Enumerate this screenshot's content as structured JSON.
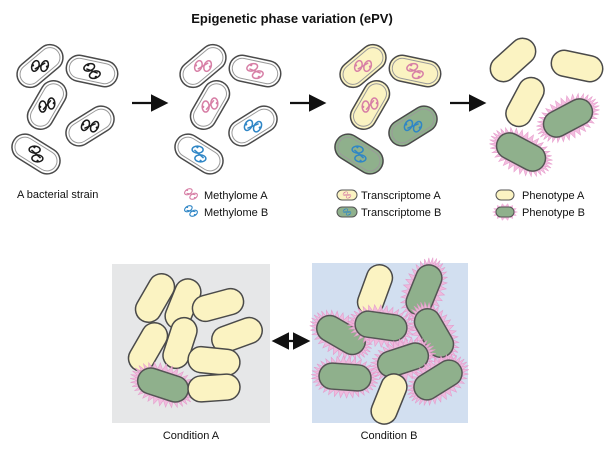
{
  "title": "Epigenetic phase variation (ePV)",
  "stages": {
    "strain_label": "A bacterial strain"
  },
  "legend": {
    "methylome_a": "Methylome A",
    "methylome_b": "Methylome B",
    "transcriptome_a": "Transcriptome A",
    "transcriptome_b": "Transcriptome B",
    "phenotype_a": "Phenotype A",
    "phenotype_b": "Phenotype B"
  },
  "conditions": {
    "a_label": "Condition A",
    "b_label": "Condition B"
  },
  "colors": {
    "methylome_a": "#d77fa6",
    "methylome_b": "#2f86c6",
    "chromosome_plain": "#1a1a1a",
    "phenotype_a_fill": "#fbf3c2",
    "phenotype_b_fill": "#8fb08c",
    "spike_glow": "#f2b6dc",
    "condition_a_bg": "#e6e7e8",
    "condition_b_bg": "#d2dff0"
  }
}
